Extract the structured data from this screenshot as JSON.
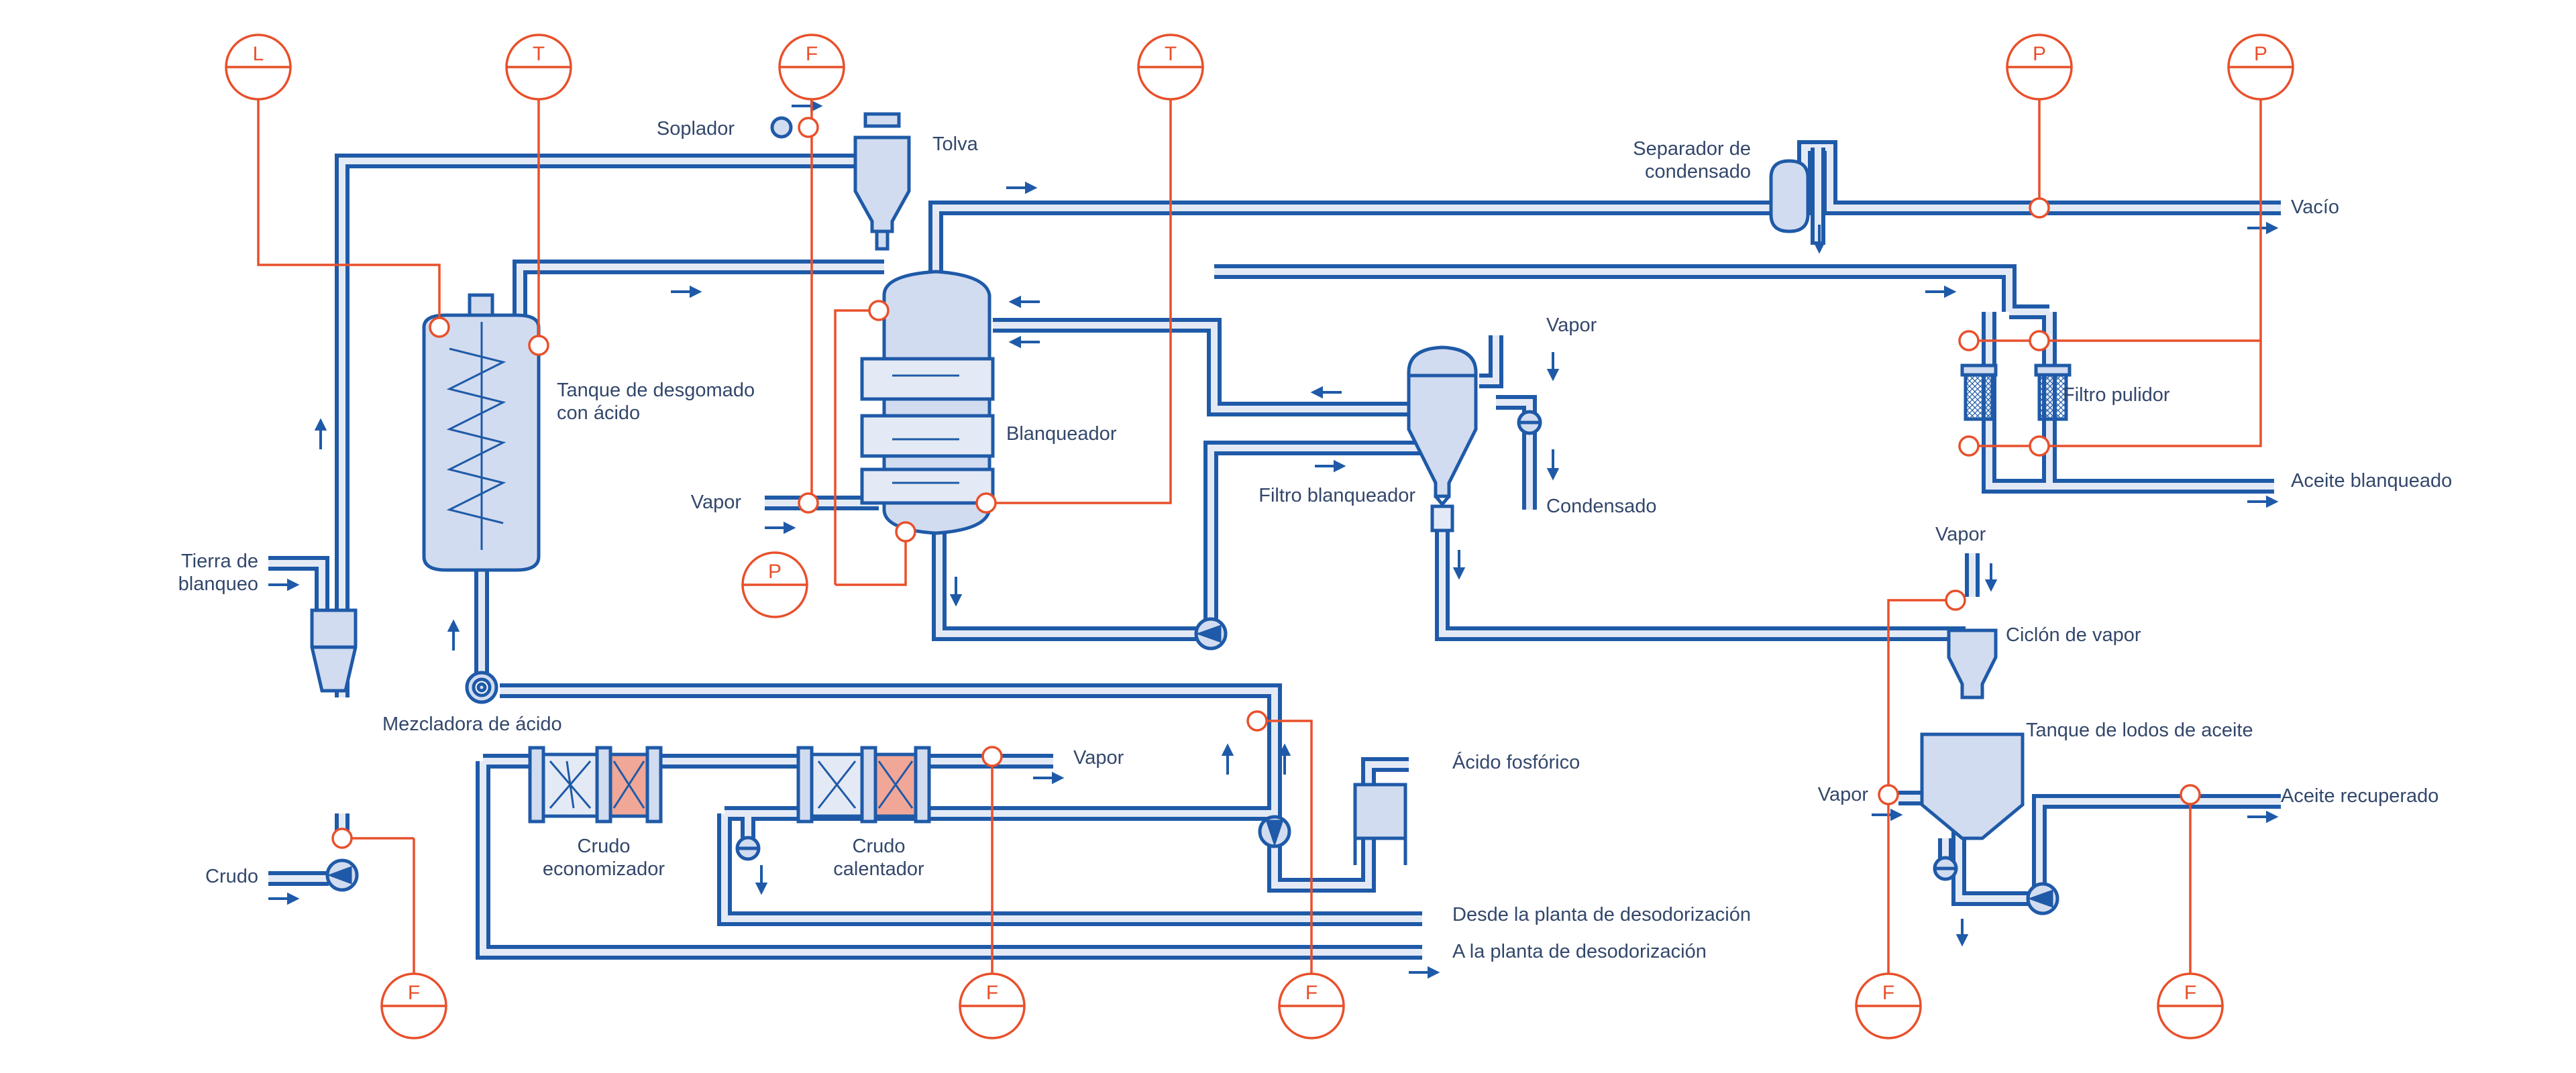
{
  "colors": {
    "pipe_outline": "#1f5aa8",
    "pipe_fill": "#e4eaf5",
    "equipment_fill": "#d2dcf0",
    "instrument": "#e8502b",
    "heater_fill": "#f1a797",
    "text": "#33476b",
    "flow_arrow": "#1f5aa8"
  },
  "labels": {
    "soplador": "Soplador",
    "tolva": "Tolva",
    "separador": "Separador de\ncondensado",
    "vacio": "Vacío",
    "vapor_top": "Vapor",
    "condensado": "Condensado",
    "tanque_desgomado": "Tanque de desgomado\ncon ácido",
    "blanqueador": "Blanqueador",
    "filtro_blanqueador": "Filtro blanqueador",
    "filtro_pulidor": "Filtro pulidor",
    "aceite_blanqueado": "Aceite blanqueado",
    "vapor_blanqueador": "Vapor",
    "tierra_blanqueo": "Tierra de\nblanqueo",
    "vapor_ciclon": "Vapor",
    "ciclon_vapor": "Ciclón de vapor",
    "mezcladora": "Mezcladora de ácido",
    "tanque_lodos": "Tanque de lodos de aceite",
    "vapor_calentador": "Vapor",
    "acido_fosforico": "Ácido fosfórico",
    "vapor_lodos": "Vapor",
    "aceite_recuperado": "Aceite recuperado",
    "crudo": "Crudo",
    "crudo_economizador": "Crudo\neconomizador",
    "crudo_calentador": "Crudo\ncalentador",
    "desde_planta": "Desde la planta de desodorización",
    "a_planta": "A la planta de desodorización"
  },
  "instruments": {
    "L": "L",
    "T": "T",
    "F": "F",
    "P": "P"
  }
}
